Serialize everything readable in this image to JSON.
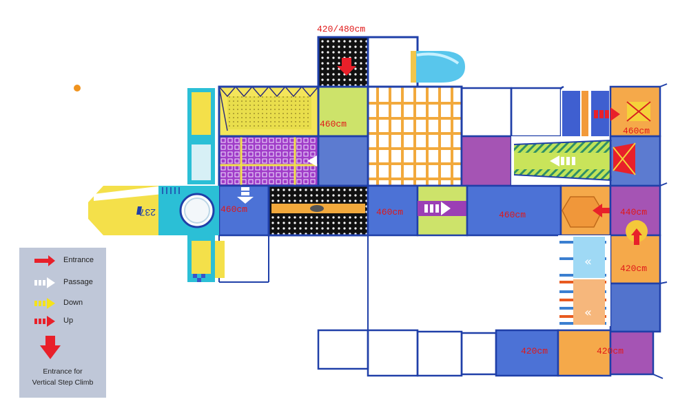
{
  "diagram": {
    "heights": {
      "top": "420/480cm",
      "h460_upper": "460cm",
      "h460_left": "460cm",
      "h460_mid": "460cm",
      "h460_right": "460cm",
      "h460_far_right": "460cm",
      "h440": "440cm",
      "h420_right": "420cm",
      "h420_bottom_left": "420cm",
      "h420_bottom_right": "420cm"
    },
    "plane_number": "237"
  },
  "legend": {
    "entrance": "Entrance",
    "passage": "Passage",
    "down": "Down",
    "up": "Up",
    "vertical_line1": "Entrance for",
    "vertical_line2": "Vertical Step Climb"
  },
  "colors": {
    "frame": "#1f3fa8",
    "entrance_red": "#e8202a",
    "passage_white": "#ffffff",
    "down_yellow": "#f5e31a",
    "up_red": "#e8202a",
    "legend_bg": "#bfc7d8"
  }
}
